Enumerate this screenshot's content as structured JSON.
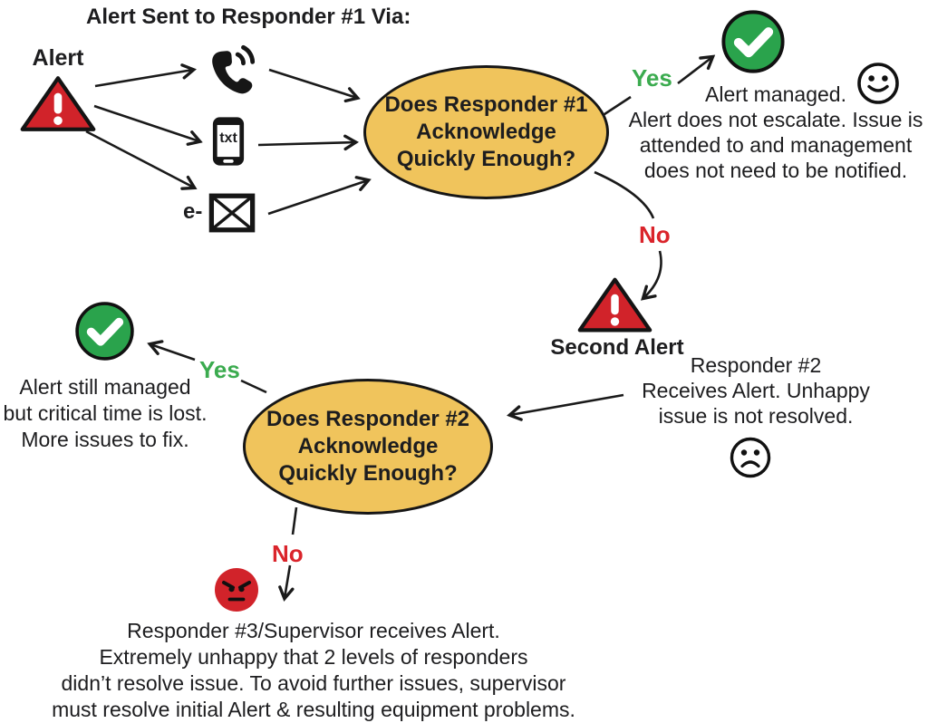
{
  "colors": {
    "yellow": "#F0C45C",
    "red": "#D1232A",
    "green": "#2AA34C",
    "green-text": "#3BAB4F",
    "red-text": "#DA242B",
    "ink": "#1D1D1F"
  },
  "icons": {
    "alert": "red-warning-triangle",
    "phone": "phone-handset-with-sound-waves",
    "sms": "mobile-phone-txt",
    "email": "envelope",
    "success": "green-check-circle",
    "happy": "smiley-face",
    "unhappy": "sad-face",
    "angry": "angry-red-face"
  },
  "diagram": {
    "title": "Alert Sent to Responder #1 Via:",
    "alert_label": "Alert",
    "channels": {
      "sms_text": "txt",
      "email_prefix": "e-"
    },
    "decision1": "Does Responder #1\nAcknowledge\nQuickly Enough?",
    "branch1": {
      "yes": "Yes",
      "no": "No"
    },
    "outcome1": "Alert managed.\nAlert does not escalate. Issue is\nattended to and management\ndoes not need to be notified.",
    "second_alert_label": "Second Alert",
    "responder2": "Responder #2\nReceives Alert. Unhappy\nissue is not resolved.",
    "decision2": "Does Responder #2\nAcknowledge\nQuickly Enough?",
    "branch2": {
      "yes": "Yes",
      "no": "No"
    },
    "outcome2": "Alert still managed\nbut critical time is lost.\nMore issues to fix.",
    "outcome3": "Responder #3/Supervisor receives Alert.\nExtremely unhappy that 2 levels of responders\ndidn’t resolve issue. To avoid further issues, supervisor\nmust resolve initial Alert & resulting equipment problems."
  }
}
